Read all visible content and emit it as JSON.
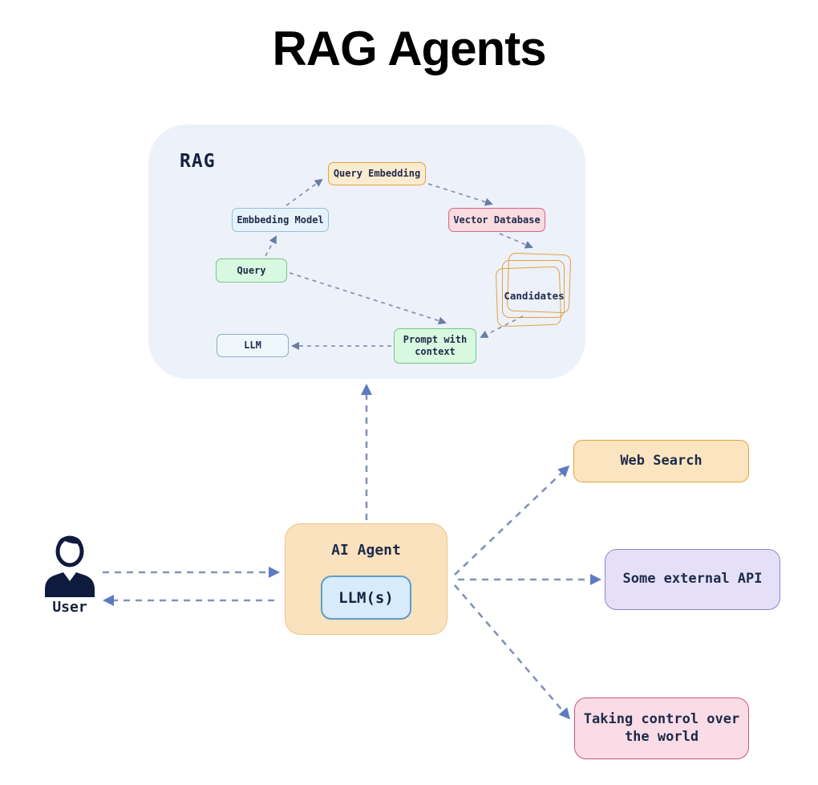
{
  "title": "RAG Agents",
  "rag": {
    "label": "RAG",
    "query_embedding": "Query Embedding",
    "embbeding_model": "Embbeding Model",
    "vector_database": "Vector Database",
    "query": "Query",
    "candidates": "Candidates",
    "llm": "LLM",
    "prompt_with_context": "Prompt with context"
  },
  "agent": {
    "label": "AI Agent",
    "llm": "LLM(s)"
  },
  "user": {
    "label": "User"
  },
  "tools": {
    "web_search": "Web Search",
    "external_api": "Some external API",
    "world_control": "Taking control over the world"
  },
  "colors": {
    "orange_fill": "#fbe5c0",
    "orange_border": "#e2a23e",
    "blue_fill": "#e7f3fb",
    "blue_border": "#8fc0d8",
    "green_fill": "#d8f8df",
    "green_border": "#74c787",
    "pink_fill": "#f9dbe1",
    "pink_border": "#d4687d",
    "purple_fill": "#e5e0f8",
    "purple_border": "#8f85cc",
    "agent_fill": "#f9e2bd",
    "llms_fill": "#d8ebfa",
    "llms_border": "#5e9dc9",
    "rag_background": "#edf1fa",
    "arrow_dash": "#8292b8",
    "arrowhead": "#5d7bc1",
    "user_icon": "#0e1b3d",
    "text": "#1e2a4a"
  }
}
